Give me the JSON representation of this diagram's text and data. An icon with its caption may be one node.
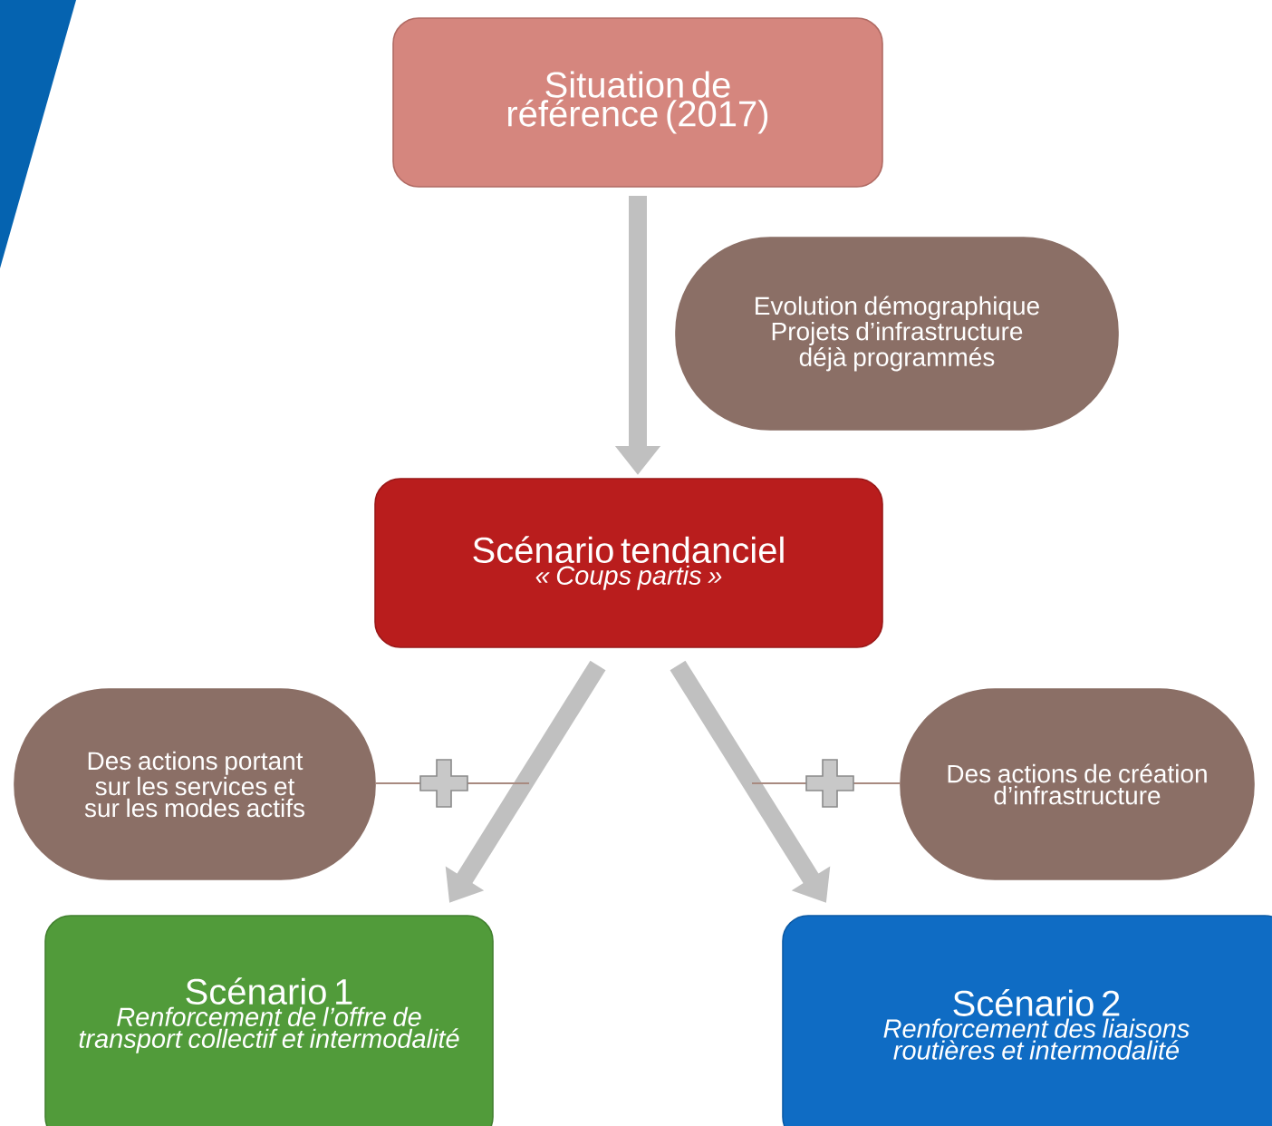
{
  "diagram": {
    "nodes": [
      {
        "text": [
          "Situation de référence (2017)"
        ]
      },
      {
        "text": [
          "Evolution démographique Projets d’infrastructure déjà programmés"
        ]
      },
      {
        "text": [
          "Scénario tendanciel",
          "« Coups partis »"
        ]
      },
      {
        "text": [
          "Des actions portant sur les services et sur les modes actifs"
        ]
      },
      {
        "text": [
          "Des actions de création d’infrastructure"
        ]
      },
      {
        "text": [
          "Scénario 1",
          "Renforcement de l’offre de transport collectif et intermodalité"
        ]
      },
      {
        "text": [
          "Scénario 2",
          "Renforcement des liaisons routières et intermodalité"
        ]
      }
    ],
    "edges": [
      {
        "from": 0,
        "to": 2,
        "arrow": "to"
      },
      {
        "from": 2,
        "to": 5,
        "arrow": "to"
      },
      {
        "from": 2,
        "to": 6,
        "arrow": "to"
      },
      {
        "from": 3,
        "to": null,
        "arrow": "none",
        "color": "#a88a80"
      },
      {
        "from": 4,
        "to": null,
        "arrow": "none",
        "color": "#a88a80"
      }
    ]
  }
}
